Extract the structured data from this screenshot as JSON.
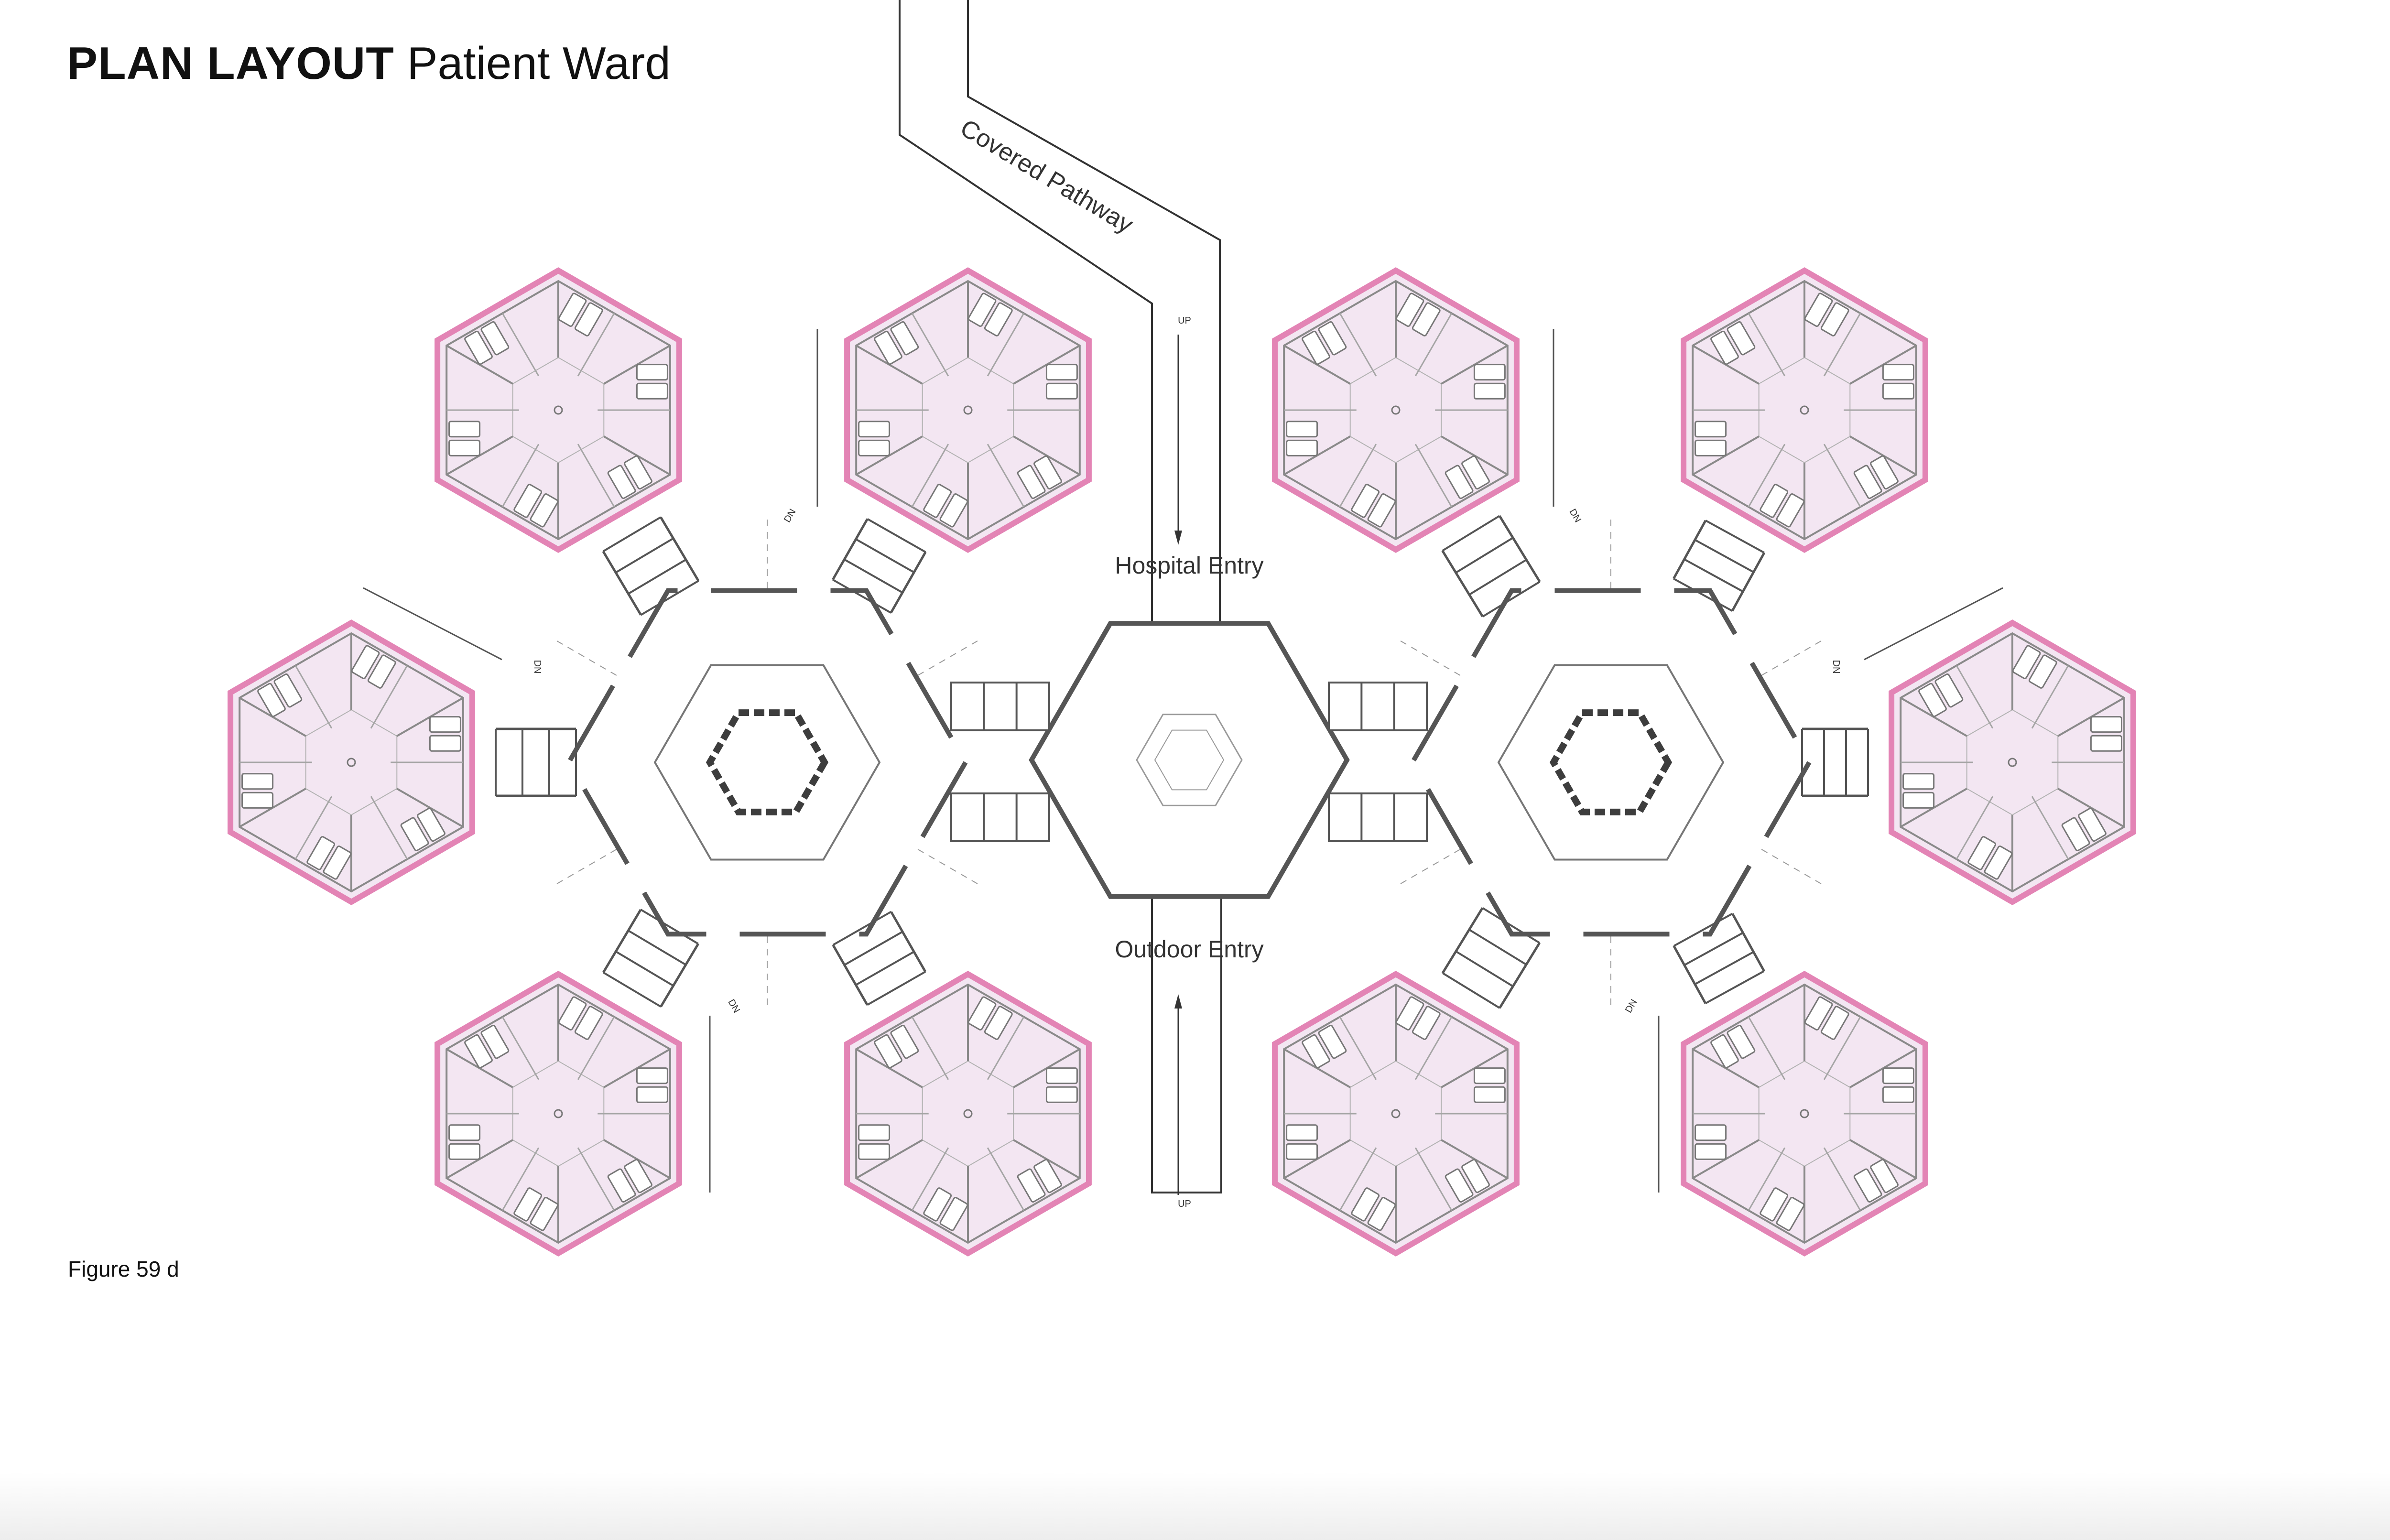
{
  "header": {
    "title_bold": "PLAN LAYOUT",
    "title_rest": "Patient Ward"
  },
  "labels": {
    "covered_pathway": "Covered Pathway",
    "hospital_entry": "Hospital Entry",
    "outdoor_entry": "Outdoor Entry",
    "up": "UP",
    "dn": "DN"
  },
  "caption": "Figure 59 d",
  "colors": {
    "ward_fill": "#f3e6f2",
    "ward_outline": "#e384b5",
    "wall": "#555555",
    "wall_dark": "#3d3d3d",
    "grid_dashed": "#9a9a9a"
  },
  "icons": [
    "bed-icon",
    "stair-arrow-icon"
  ]
}
